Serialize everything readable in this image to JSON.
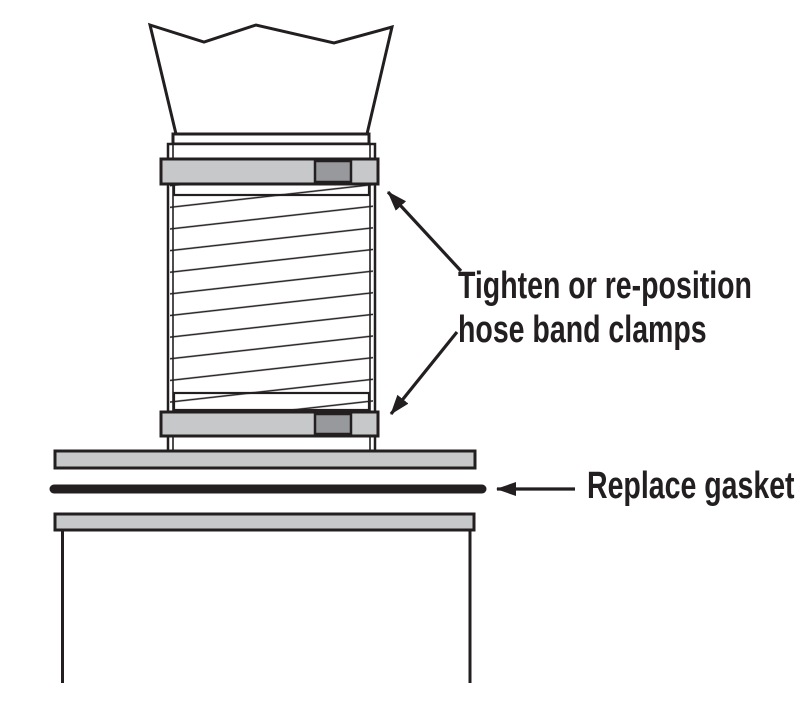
{
  "labels": {
    "clamp_line1": "Tighten or re-position",
    "clamp_line2": "hose band clamps",
    "gasket": "Replace gasket"
  },
  "colors": {
    "line": "#231f20",
    "fill_light": "#c6c8ca",
    "fill_dark": "#97999c",
    "background": "#ffffff"
  }
}
